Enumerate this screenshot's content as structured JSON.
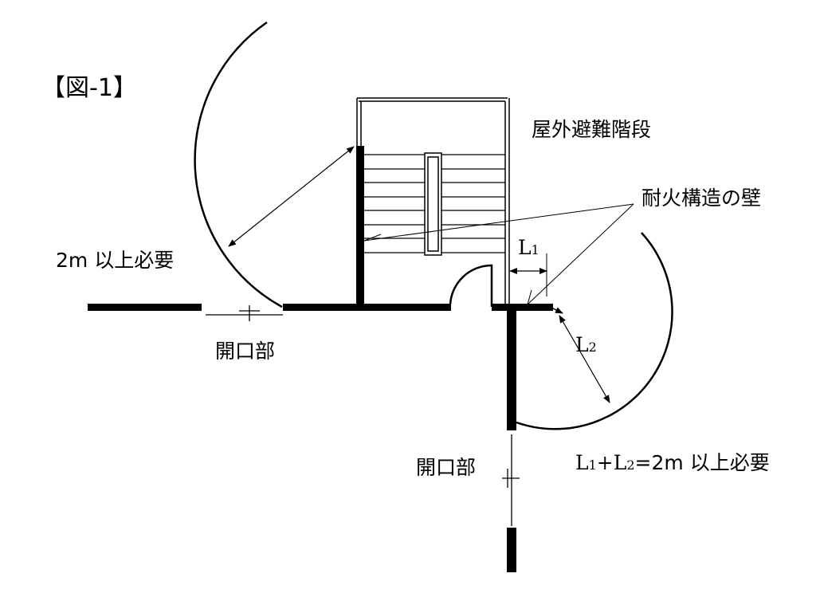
{
  "figure_label": "【図-1】",
  "labels": {
    "stair": "屋外避難階段",
    "fire_wall": "耐火構造の壁",
    "l1": "L",
    "l1_sub": "1",
    "l2": "L",
    "l2_sub": "2",
    "left_requirement": "2m 以上必要",
    "opening_left": "開口部",
    "opening_bottom": "開口部",
    "sum_l1": "L",
    "sum_l1_sub": "1",
    "sum_plus": "+L",
    "sum_l2_sub": "2",
    "sum_rest": "=2m 以上必要"
  },
  "colors": {
    "ink": "#000000",
    "background": "#ffffff"
  }
}
